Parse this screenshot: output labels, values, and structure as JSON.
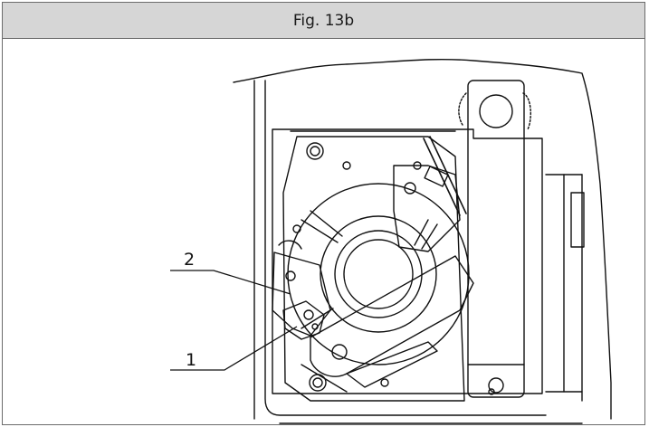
{
  "figure": {
    "title": "Fig. 13b",
    "callouts": [
      {
        "label": "2"
      },
      {
        "label": "1"
      }
    ]
  }
}
